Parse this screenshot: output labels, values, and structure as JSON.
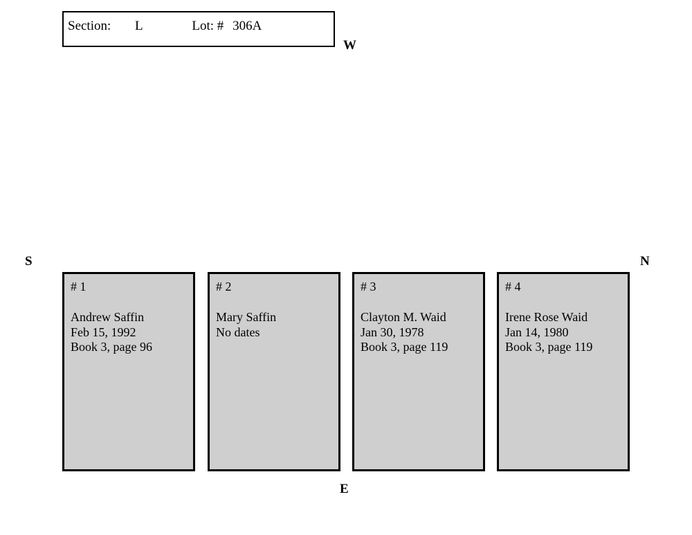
{
  "header": {
    "section_label": "Section:",
    "section_value": "L",
    "lot_label": "Lot: #",
    "lot_value": "306A"
  },
  "compass": {
    "west": "W",
    "south": "S",
    "north": "N",
    "east": "E"
  },
  "plots": [
    {
      "number": "# 1",
      "name": "Andrew Saffin",
      "date": "Feb 15, 1992",
      "reference": "Book 3, page 96"
    },
    {
      "number": "# 2",
      "name": "Mary Saffin",
      "date": "No dates",
      "reference": ""
    },
    {
      "number": "# 3",
      "name": "Clayton M. Waid",
      "date": "Jan 30, 1978",
      "reference": "Book 3, page 119"
    },
    {
      "number": "# 4",
      "name": "Irene Rose Waid",
      "date": "Jan 14, 1980",
      "reference": "Book 3, page 119"
    }
  ],
  "colors": {
    "plot_fill": "#cfcfcf",
    "outline": "#000000",
    "background": "#ffffff"
  }
}
